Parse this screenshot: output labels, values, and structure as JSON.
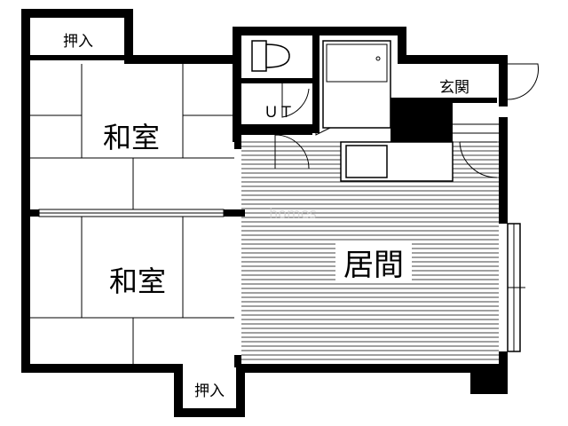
{
  "rooms": {
    "closet_top": "押入",
    "washitsu_upper": "和室",
    "washitsu_lower": "和室",
    "closet_bottom": "押入",
    "unit_toilet": "ＵＴ",
    "entrance": "玄関",
    "living": "居間"
  },
  "watermark": "homes",
  "colors": {
    "wall": "#000000",
    "background": "#ffffff"
  }
}
